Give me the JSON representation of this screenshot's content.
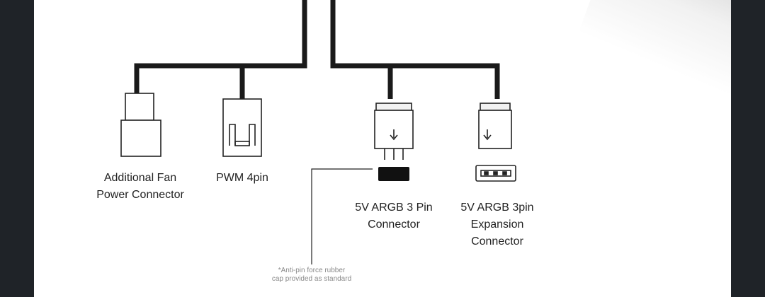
{
  "connectors": {
    "fan_power": {
      "line1": "Additional Fan",
      "line2": "Power Connector"
    },
    "pwm": {
      "line1": "PWM 4pin"
    },
    "argb_3pin": {
      "line1": "5V ARGB 3 Pin",
      "line2": "Connector"
    },
    "argb_expansion": {
      "line1": "5V ARGB 3pin",
      "line2": "Expansion",
      "line3": "Connector"
    }
  },
  "note": {
    "line1": "*Anti-pin force rubber",
    "line2": "cap provided as standard"
  },
  "colors": {
    "cable": "#1a1a1a",
    "outline": "#222222",
    "background": "#ffffff",
    "frame": "#1f2328"
  }
}
